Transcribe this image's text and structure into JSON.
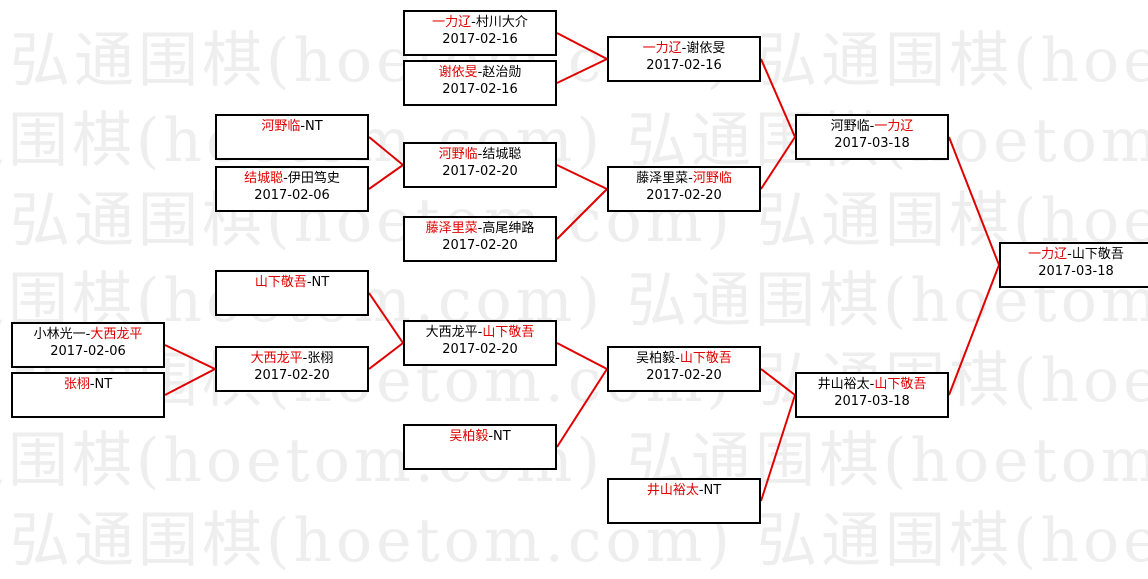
{
  "watermark": {
    "text": "弘通围棋(hoetom.com)"
  },
  "colors": {
    "line": "#e00000",
    "winner_text": "#e00000",
    "border": "#000000"
  },
  "matches": [
    {
      "id": "r1a",
      "parts": [
        {
          "t": "一力辽",
          "r": true
        },
        {
          "t": "-村川大介",
          "r": false
        }
      ],
      "date": "2017-02-16"
    },
    {
      "id": "r1b",
      "parts": [
        {
          "t": "谢依旻",
          "r": true
        },
        {
          "t": "-赵治勋",
          "r": false
        }
      ],
      "date": "2017-02-16"
    },
    {
      "id": "r1c",
      "parts": [
        {
          "t": "河野临",
          "r": true
        },
        {
          "t": "-NT",
          "r": false
        }
      ],
      "date": ""
    },
    {
      "id": "r1d",
      "parts": [
        {
          "t": "结城聪",
          "r": true
        },
        {
          "t": "-伊田笃史",
          "r": false
        }
      ],
      "date": "2017-02-06"
    },
    {
      "id": "r1e",
      "parts": [
        {
          "t": "藤泽里菜",
          "r": true
        },
        {
          "t": "-高尾绅路",
          "r": false
        }
      ],
      "date": "2017-02-20"
    },
    {
      "id": "r1f",
      "parts": [
        {
          "t": "山下敬吾",
          "r": true
        },
        {
          "t": "-NT",
          "r": false
        }
      ],
      "date": ""
    },
    {
      "id": "r0a",
      "parts": [
        {
          "t": "小林光一-",
          "r": false
        },
        {
          "t": "大西龙平",
          "r": true
        }
      ],
      "date": "2017-02-06"
    },
    {
      "id": "r0b",
      "parts": [
        {
          "t": "张栩",
          "r": true
        },
        {
          "t": "-NT",
          "r": false
        }
      ],
      "date": ""
    },
    {
      "id": "r1g",
      "parts": [
        {
          "t": "大西龙平",
          "r": true
        },
        {
          "t": "-张栩",
          "r": false
        }
      ],
      "date": "2017-02-20"
    },
    {
      "id": "r1h",
      "parts": [
        {
          "t": "吴柏毅",
          "r": true
        },
        {
          "t": "-NT",
          "r": false
        }
      ],
      "date": ""
    },
    {
      "id": "r2a",
      "parts": [
        {
          "t": "一力辽",
          "r": true
        },
        {
          "t": "-谢依旻",
          "r": false
        }
      ],
      "date": "2017-02-16"
    },
    {
      "id": "r2b",
      "parts": [
        {
          "t": "河野临",
          "r": true
        },
        {
          "t": "-结城聪",
          "r": false
        }
      ],
      "date": "2017-02-20"
    },
    {
      "id": "r2c",
      "parts": [
        {
          "t": "大西龙平-",
          "r": false
        },
        {
          "t": "山下敬吾",
          "r": true
        }
      ],
      "date": "2017-02-20"
    },
    {
      "id": "r3a",
      "parts": [
        {
          "t": "藤泽里菜-",
          "r": false
        },
        {
          "t": "河野临",
          "r": true
        }
      ],
      "date": "2017-02-20"
    },
    {
      "id": "r3b",
      "parts": [
        {
          "t": "吴柏毅-",
          "r": false
        },
        {
          "t": "山下敬吾",
          "r": true
        }
      ],
      "date": "2017-02-20"
    },
    {
      "id": "r3c",
      "parts": [
        {
          "t": "井山裕太",
          "r": true
        },
        {
          "t": "-NT",
          "r": false
        }
      ],
      "date": ""
    },
    {
      "id": "r4a",
      "parts": [
        {
          "t": "河野临-",
          "r": false
        },
        {
          "t": "一力辽",
          "r": true
        }
      ],
      "date": "2017-03-18"
    },
    {
      "id": "r4b",
      "parts": [
        {
          "t": "井山裕太-",
          "r": false
        },
        {
          "t": "山下敬吾",
          "r": true
        }
      ],
      "date": "2017-03-18"
    },
    {
      "id": "r5",
      "parts": [
        {
          "t": "一力辽",
          "r": true
        },
        {
          "t": "-山下敬吾",
          "r": false
        }
      ],
      "date": "2017-03-18"
    }
  ]
}
